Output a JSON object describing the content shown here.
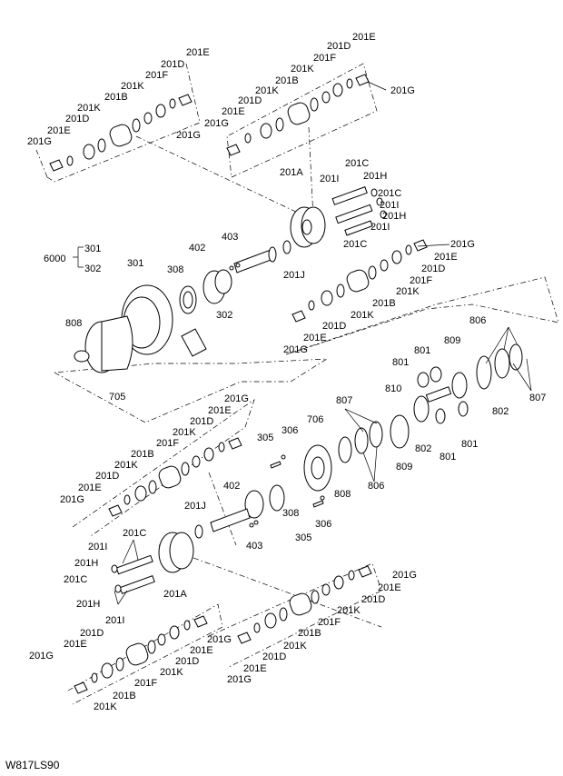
{
  "drawing_code": "W817LS90",
  "callouts": {
    "c201E_top_r": "201E",
    "c201D_top_r": "201D",
    "c201F_top_r": "201F",
    "c201K_top_r": "201K",
    "c201B_top_r": "201B",
    "c201G_top_r": "201G",
    "c201E_top_l": "201E",
    "c201D_top_l": "201D",
    "c201F_top_l": "201F",
    "c201K_top_l": "201K",
    "c201B_top_l": "201B",
    "c201D_top_l2": "201D",
    "c201K_top_l2": "201K",
    "c201E_top_l2": "201E",
    "c201G_top_l": "201G",
    "c201G_top_m": "201G",
    "c201E_top_m": "201E",
    "c201D_top_m": "201D",
    "c201K_top_m": "201K",
    "c201B_top_m": "201B",
    "c201G_top_mr": "201G",
    "c201A_top": "201A",
    "c201I_top": "201I",
    "c201C_top": "201C",
    "c201H_top": "201H",
    "c201C_top2": "201C",
    "c201I_top2": "201I",
    "c201H_top2": "201H",
    "c201I_top3": "201I",
    "c201C_top3": "201C",
    "c201G_mid_r": "201G",
    "c201E_mid_r": "201E",
    "c201D_mid_r": "201D",
    "c201F_mid_r": "201F",
    "c201K_mid_r": "201K",
    "c201B_mid_r": "201B",
    "c201K_mid_r2": "201K",
    "c201D_mid_r2": "201D",
    "c201E_mid_r2": "201E",
    "c201G_mid_r2": "201G",
    "c201J_top": "201J",
    "c6000": "6000",
    "c301a": "301",
    "c302a": "302",
    "c301": "301",
    "c308": "308",
    "c402": "402",
    "c403": "403",
    "c302": "302",
    "c808": "808",
    "c705": "705",
    "c806": "806",
    "c809": "809",
    "c801a": "801",
    "c801b": "801",
    "c810": "810",
    "c802": "802",
    "c801c": "801",
    "c801d": "801",
    "c802b": "802",
    "c807": "807",
    "c806b": "806",
    "c807b": "807",
    "c809b": "809",
    "c808b": "808",
    "c706": "706",
    "c306": "306",
    "c305": "305",
    "c201G_b1": "201G",
    "c201E_b1": "201E",
    "c201D_b1": "201D",
    "c201K_b1": "201K",
    "c201F_b1": "201F",
    "c201B_b1": "201B",
    "c201K_b2": "201K",
    "c201D_b2": "201D",
    "c201E_b2": "201E",
    "c201G_b2": "201G",
    "c402b": "402",
    "c201J_b": "201J",
    "c308b": "308",
    "c403b": "403",
    "c305b": "305",
    "c306b": "306",
    "c201C_b": "201C",
    "c201I_b": "201I",
    "c201H_b": "201H",
    "c201C_b2": "201C",
    "c201H_b2": "201H",
    "c201I_b2": "201I",
    "c201A_b": "201A",
    "c201G_bl": "201G",
    "c201E_bl": "201E",
    "c201D_bl": "201D",
    "c201F_bl": "201F",
    "c201K_bl": "201K",
    "c201B_bl": "201B",
    "c201K_bl2": "201K",
    "c201D_bl2": "201D",
    "c201E_bl2": "201E",
    "c201G_bl2": "201G",
    "c201G_br": "201G",
    "c201E_br": "201E",
    "c201D_br": "201D",
    "c201K_br": "201K",
    "c201F_br": "201F",
    "c201B_br": "201B",
    "c201K_br2": "201K",
    "c201D_br2": "201D",
    "c201E_br2": "201E",
    "c201G_br2": "201G"
  }
}
